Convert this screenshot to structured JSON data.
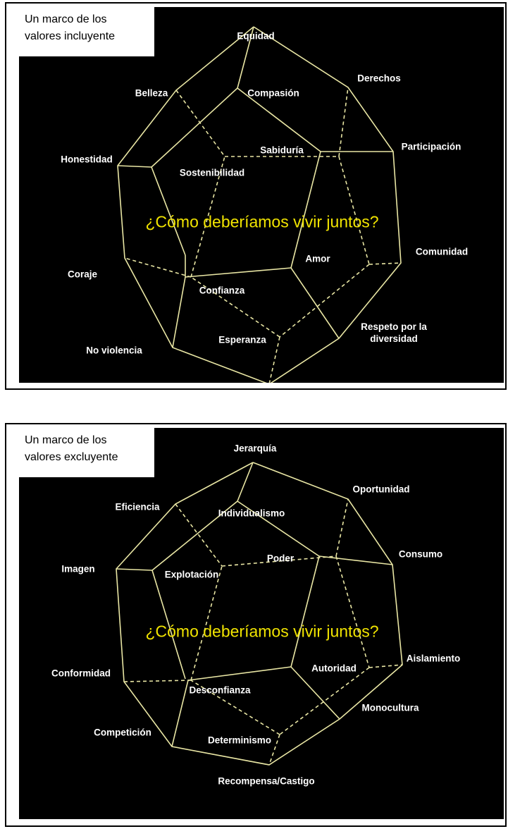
{
  "colors": {
    "background": "#000000",
    "edges": "#e9e6a4",
    "question": "#f1e400",
    "labels": "#ffffff"
  },
  "top": {
    "caption": [
      "Un marco de los",
      "valores incluyente"
    ],
    "question": "¿Cómo deberíamos vivir juntos?",
    "outer_labels": {
      "top": "Equidad",
      "upper_right": "Derechos",
      "right": "Participación",
      "lower_right_1": "Comunidad",
      "lower_right_2": "Respeto por la diversidad",
      "lower_left": "No violencia",
      "left_low": "Coraje",
      "left_high": "Honestidad",
      "upper_left": "Belleza"
    },
    "inner_labels": {
      "top": "Compasión",
      "center_top": "Sabiduría",
      "left": "Sostenibilidad",
      "right": "Amor",
      "bottom_left": "Confianza",
      "bottom": "Esperanza"
    }
  },
  "bottom": {
    "caption": [
      "Un marco de los",
      "valores excluyente"
    ],
    "question": "¿Cómo deberíamos vivir juntos?",
    "outer_labels": {
      "top": "Jerarquía",
      "upper_right": "Oportunidad",
      "right": "Consumo",
      "lower_right_1": "Aislamiento",
      "lower_right_2": "Monocultura",
      "bottom": "Recompensa/Castigo",
      "lower_left": "Competición",
      "left_low": "Conformidad",
      "left_high": "Imagen",
      "upper_left": "Eficiencia"
    },
    "inner_labels": {
      "top": "Individualismo",
      "center_top": "Poder",
      "left": "Explotación",
      "right": "Autoridad",
      "bottom_left": "Desconfianza",
      "bottom": "Determinismo"
    }
  }
}
